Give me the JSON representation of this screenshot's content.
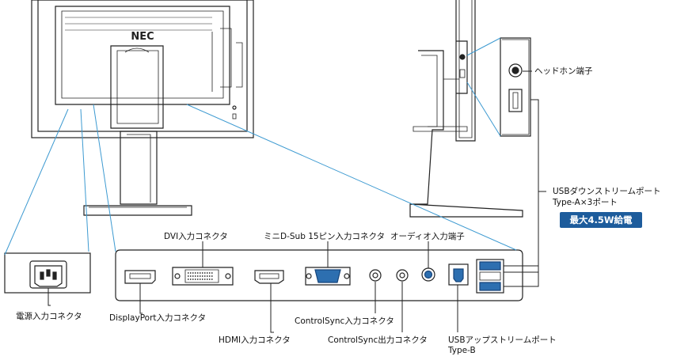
{
  "labels": {
    "dvi": "DVI入力コネクタ",
    "minid": "ミニD-Sub 15ピン入力コネクタ",
    "audio": "オーディオ入力端子",
    "headphone": "ヘッドホン端子",
    "usb_down_1": "USBダウンストリームポート",
    "usb_down_2": "Type-A×3ポート",
    "max_power": "最大4.5W給電",
    "power": "電源入力コネクタ",
    "displayport": "DisplayPort入力コネクタ",
    "hdmi": "HDMI入力コネクタ",
    "ctrl_in": "ControlSync入力コネクタ",
    "ctrl_out": "ControlSync出力コネクタ",
    "usb_up_1": "USBアップストリームポート",
    "usb_up_2": "Type-B"
  },
  "brand": {
    "logo": "NEC"
  },
  "colors": {
    "callout_line": "#3d9ad1",
    "badge": "#1d5c9c",
    "outline": "#222222"
  }
}
